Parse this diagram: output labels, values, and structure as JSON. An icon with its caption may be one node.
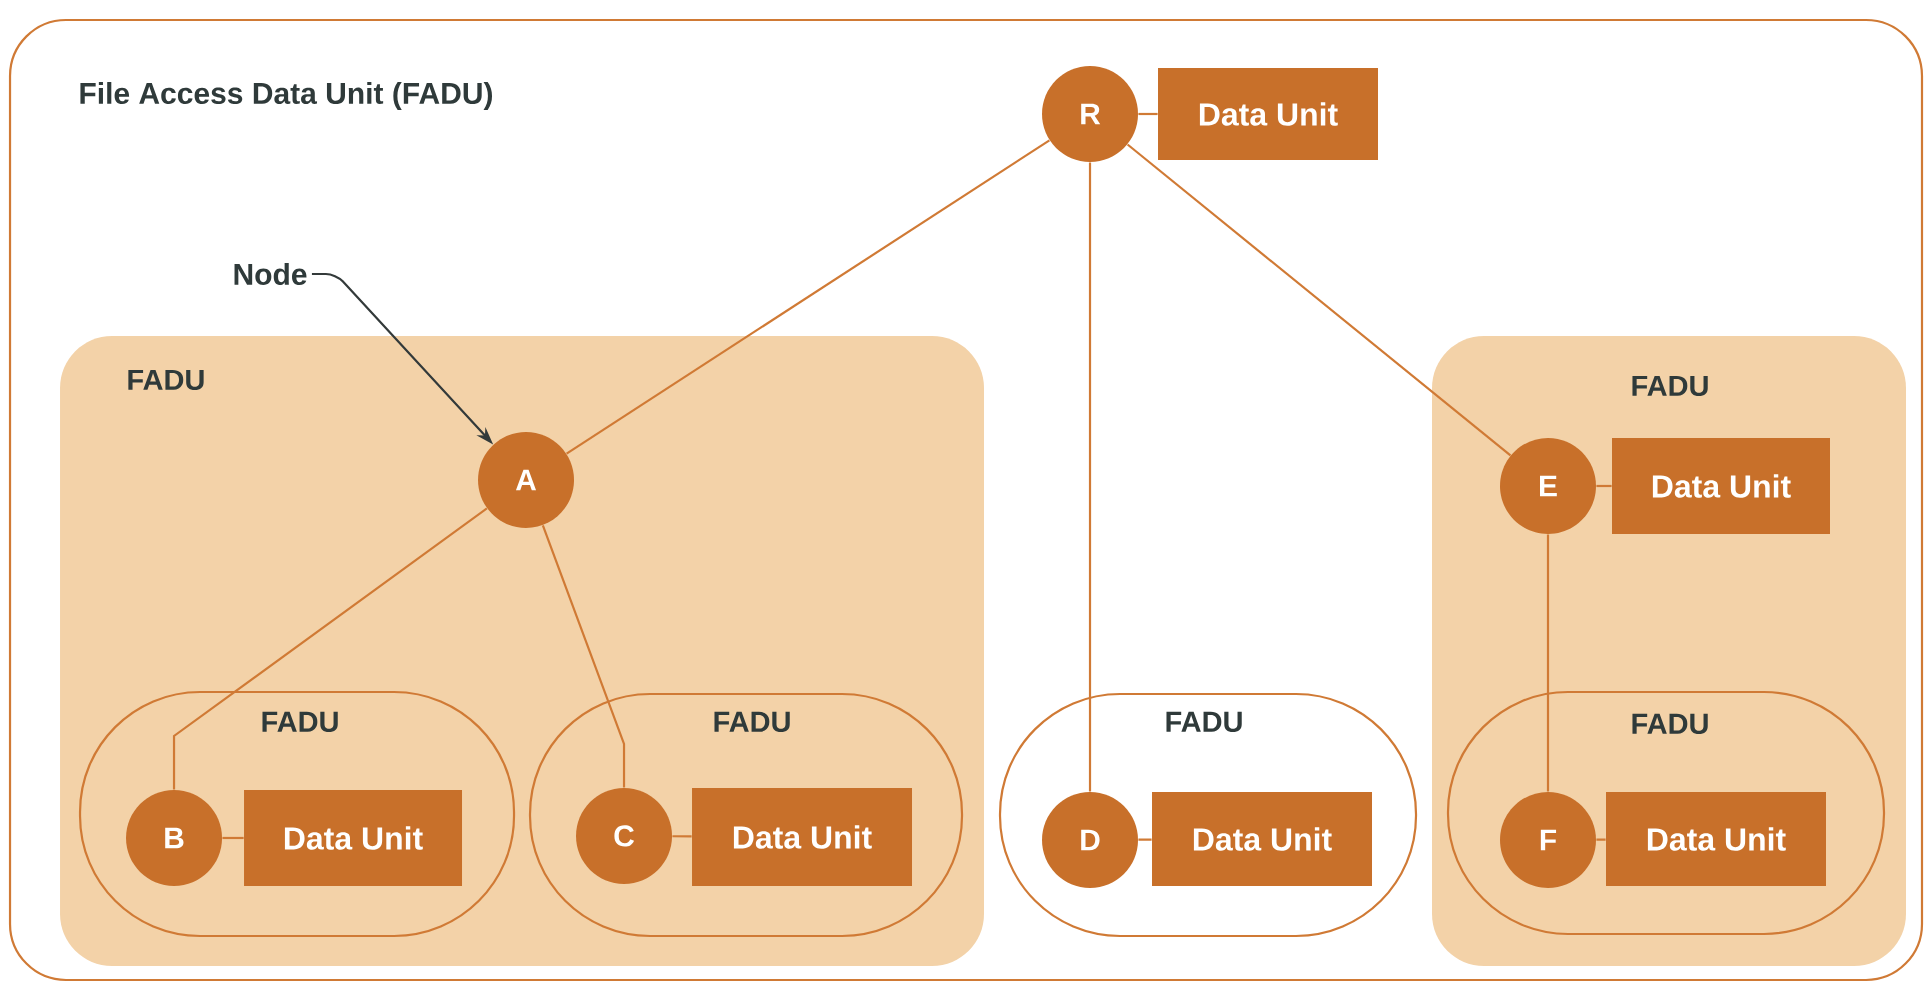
{
  "diagram": {
    "nodes": [
      {
        "text": [
          "File Access Data Unit (FADU)"
        ]
      },
      {
        "text": [
          "R"
        ],
        "in": 0
      },
      {
        "text": [
          "Data Unit"
        ],
        "in": 0
      },
      {
        "text": [
          "Node"
        ],
        "in": 0
      },
      {
        "text": [
          "FADU"
        ],
        "in": 0
      },
      {
        "text": [
          "A"
        ],
        "in": 4
      },
      {
        "text": [
          "FADU"
        ],
        "in": 4
      },
      {
        "text": [
          "B"
        ],
        "in": 6
      },
      {
        "text": [
          "Data Unit"
        ],
        "in": 6
      },
      {
        "text": [
          "FADU"
        ],
        "in": 4
      },
      {
        "text": [
          "C"
        ],
        "in": 9
      },
      {
        "text": [
          "Data Unit"
        ],
        "in": 9
      },
      {
        "text": [
          "FADU"
        ],
        "in": 0
      },
      {
        "text": [
          "D"
        ],
        "in": 12
      },
      {
        "text": [
          "Data Unit"
        ],
        "in": 12
      },
      {
        "text": [
          "FADU"
        ],
        "in": 0
      },
      {
        "text": [
          "E"
        ],
        "in": 15
      },
      {
        "text": [
          "Data Unit"
        ],
        "in": 15
      },
      {
        "text": [
          "FADU"
        ],
        "in": 15
      },
      {
        "text": [
          "F"
        ],
        "in": 18
      },
      {
        "text": [
          "Data Unit"
        ],
        "in": 18
      }
    ],
    "edges": [
      {
        "from": 1,
        "to": 5,
        "arrow": "none"
      },
      {
        "from": 1,
        "to": 13,
        "arrow": "none"
      },
      {
        "from": 1,
        "to": 16,
        "arrow": "none"
      },
      {
        "from": 1,
        "to": 2,
        "arrow": "none"
      },
      {
        "from": 5,
        "to": 7,
        "arrow": "none"
      },
      {
        "from": 5,
        "to": 10,
        "arrow": "none"
      },
      {
        "from": 7,
        "to": 8,
        "arrow": "none"
      },
      {
        "from": 10,
        "to": 11,
        "arrow": "none"
      },
      {
        "from": 13,
        "to": 14,
        "arrow": "none"
      },
      {
        "from": 16,
        "to": 17,
        "arrow": "none"
      },
      {
        "from": 16,
        "to": 19,
        "arrow": "none"
      },
      {
        "from": 19,
        "to": 20,
        "arrow": "none"
      },
      {
        "from": 3,
        "to": 5,
        "arrow": "to",
        "color": "#333a3a"
      }
    ]
  }
}
